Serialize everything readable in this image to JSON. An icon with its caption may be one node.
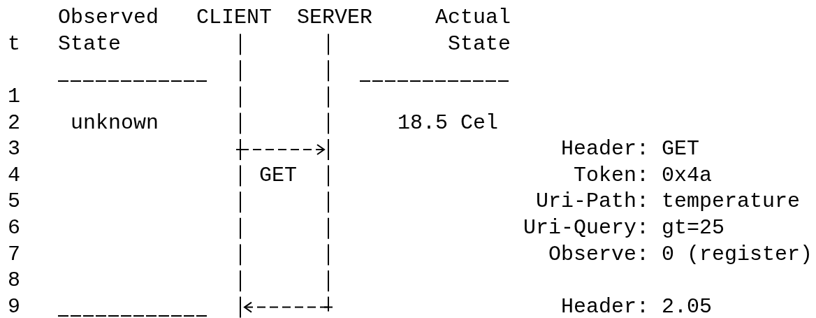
{
  "diagram": {
    "nodes": [
      {
        "text": [
          "CLIENT"
        ]
      },
      {
        "text": [
          "SERVER"
        ]
      }
    ],
    "edges": [
      {
        "from": 0,
        "to": 1,
        "arrow": "to",
        "label": "GET"
      },
      {
        "from": 1,
        "to": 0,
        "arrow": "to"
      }
    ],
    "labels": [
      "t",
      "Observed State",
      "Actual State",
      "1",
      "2",
      "unknown",
      "18.5 Cel",
      "3",
      "Header: GET",
      "4",
      "Token: 0x4a",
      "5",
      "Uri-Path: temperature",
      "6",
      "Uri-Query: gt=25",
      "7",
      "Observe: 0 (register)",
      "8",
      "9",
      "Header: 2.05"
    ]
  }
}
